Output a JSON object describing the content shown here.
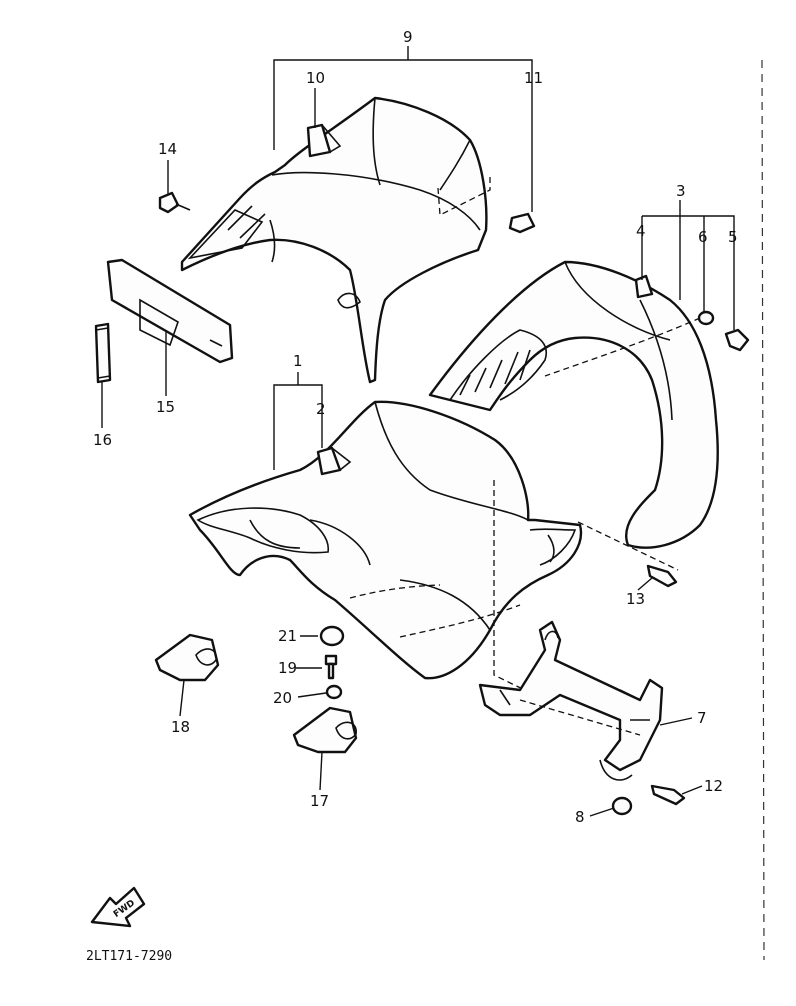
{
  "callouts": {
    "c1": "1",
    "c2": "2",
    "c3": "3",
    "c4": "4",
    "c5": "5",
    "c6": "6",
    "c7": "7",
    "c8": "8",
    "c9": "9",
    "c10": "10",
    "c11": "11",
    "c12": "12",
    "c13": "13",
    "c14": "14",
    "c15": "15",
    "c16": "16",
    "c17": "17",
    "c18": "18",
    "c19": "19",
    "c20": "20",
    "c21": "21"
  },
  "forward_label": "FWD",
  "diagram_code": "2LT171-7290"
}
